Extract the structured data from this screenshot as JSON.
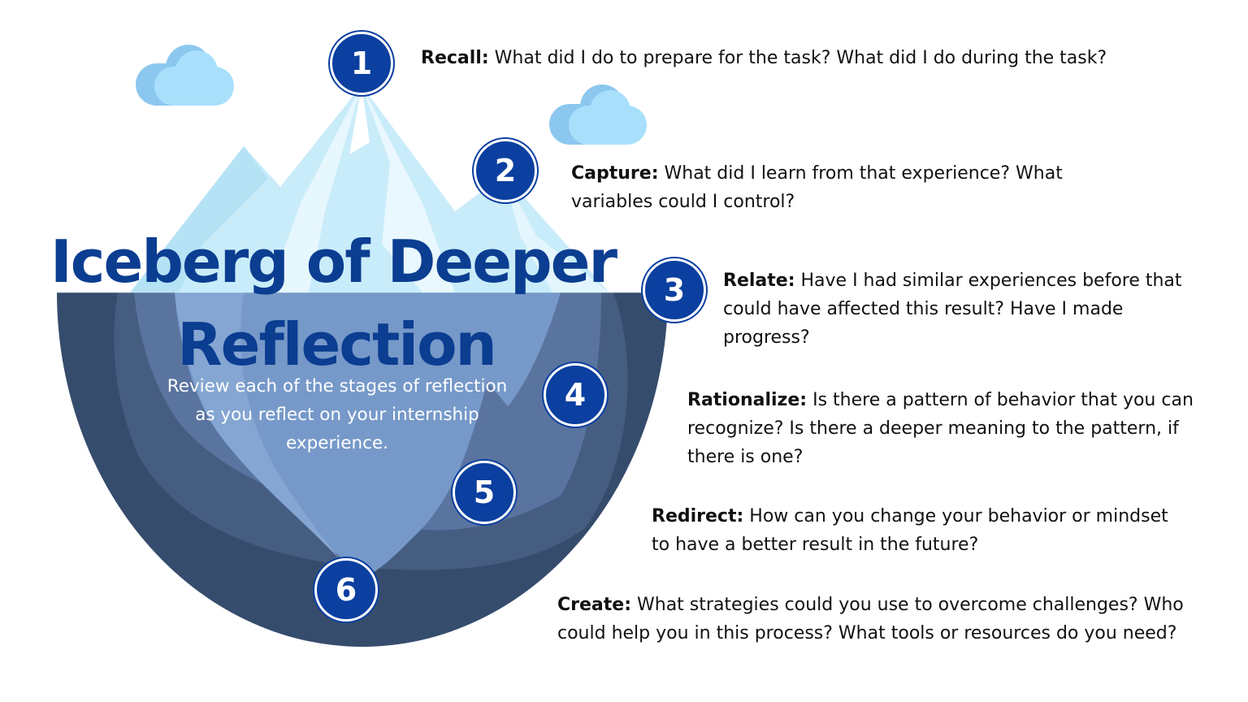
{
  "title": {
    "line1": "Iceberg of Deeper",
    "line2": "Reflection"
  },
  "subtitle": "Review each of the stages of reflection as you reflect on your internship experience.",
  "stages": [
    {
      "number": "1",
      "name": "Recall",
      "sep": ":",
      "text": " What did I do to prepare for the task? What did I do during the task?"
    },
    {
      "number": "2",
      "name": "Capture",
      "sep": ":",
      "text": " What did I learn from that experience? What variables could I control?"
    },
    {
      "number": "3",
      "name": "Relate",
      "sep": ":",
      "text": " Have I had similar experiences before that could have affected this result? Have I made progress?"
    },
    {
      "number": "4",
      "name": "Rationalize",
      "sep": ":",
      "text": " Is there a pattern of behavior that you can recognize? Is there a deeper meaning to the pattern, if there is one?"
    },
    {
      "number": "5",
      "name": "Redirect",
      "sep": ":",
      "text": " How can you change your behavior or mindset to have a better result in the future?"
    },
    {
      "number": "6",
      "name": "Create",
      "sep": ":",
      "text": " What strategies could you use to overcome challenges? Who could help you in this process? What tools or resources do you need?"
    }
  ],
  "colors": {
    "title": "#0b3d91",
    "badge": "#0b3fa0",
    "water_dark": "#364c6d",
    "water_mid": "#4d6690",
    "ice_underwater": "#7a9ccc",
    "ice_top": "#d9f1fb",
    "cloud": "#9fdcfb"
  }
}
